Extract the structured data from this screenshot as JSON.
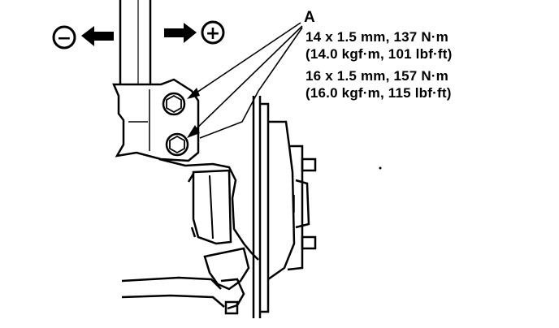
{
  "diagram": {
    "direction": {
      "negative_symbol": "−",
      "positive_symbol": "+",
      "icons": [
        "arrow-left-icon",
        "arrow-right-icon"
      ]
    },
    "callout": {
      "label": "A",
      "spec1_line1": "14 x 1.5 mm, 137 N·m",
      "spec1_line2": "(14.0 kgf·m, 101 lbf·ft)",
      "spec2_line1": "16 x 1.5 mm, 157 N·m",
      "spec2_line2": "(16.0 kgf·m, 115 lbf·ft)"
    },
    "colors": {
      "ink": "#000000",
      "paper": "#ffffff"
    }
  }
}
